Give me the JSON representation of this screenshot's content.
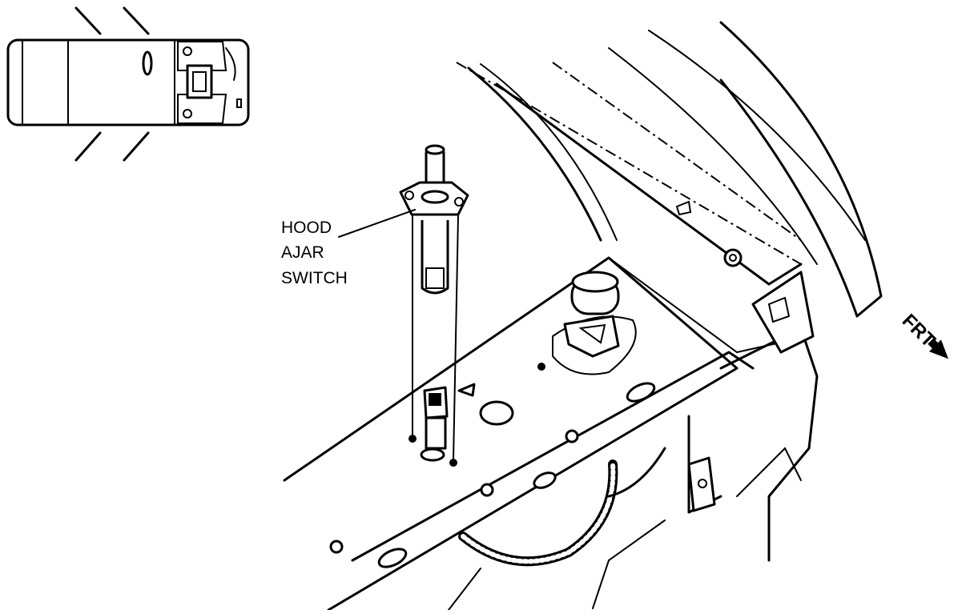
{
  "callout": {
    "line1": "HOOD",
    "line2": "AJAR",
    "line3": "SWITCH"
  },
  "direction_label": "FRT",
  "icons": {
    "vehicle_locator": "vehicle-top-view-icon",
    "front_arrow": "arrow-icon"
  },
  "colors": {
    "ink": "#000000",
    "paper": "#ffffff"
  }
}
